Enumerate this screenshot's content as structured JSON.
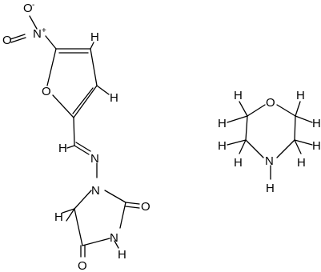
{
  "diagram": {
    "background": "#ffffff",
    "ink": "#000000",
    "molecules": [
      {
        "id": "nitrofurantoin",
        "atoms": {
          "o_minus": "O",
          "o_minus_charge": "-",
          "n_nitro": "N",
          "n_nitro_charge": "+",
          "o_nitro": "O",
          "o_furan": "O",
          "h_furan_3": "H",
          "h_furan_4": "H",
          "h_imine": "H",
          "n_imine": "N",
          "n_ring_1": "N",
          "o_carbonyl_2": "O",
          "h_ch2": "H",
          "n_ring_3_h": "N\nH",
          "n_ring_3": "N",
          "h_ring_3": "H",
          "o_carbonyl_4": "O"
        }
      },
      {
        "id": "morpholine",
        "atoms": {
          "o_ring": "O",
          "n_ring": "N",
          "h_n": "H",
          "h": [
            "H",
            "H",
            "H",
            "H",
            "H",
            "H",
            "H",
            "H"
          ]
        }
      }
    ]
  }
}
